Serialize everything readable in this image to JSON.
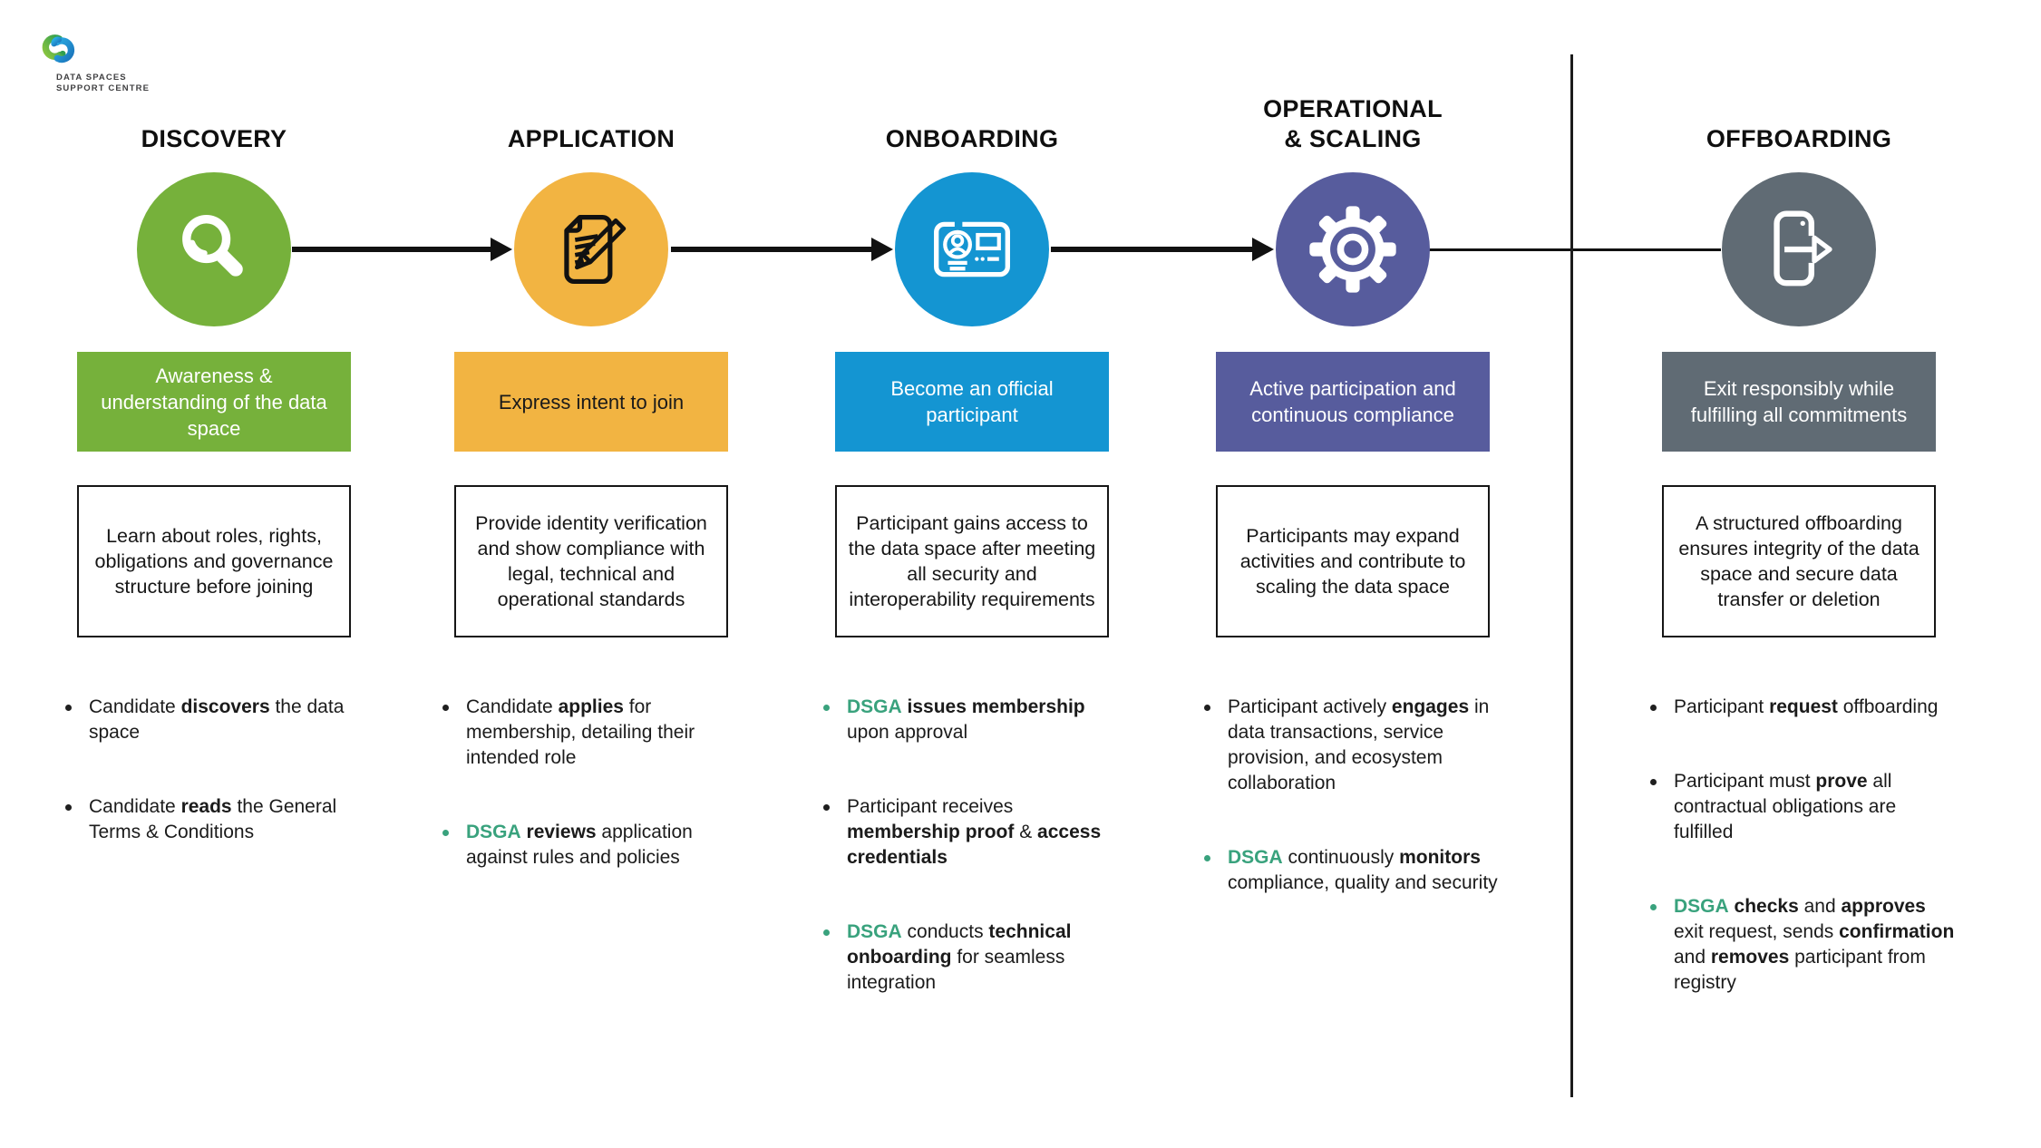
{
  "brand": {
    "name_line1": "DATA SPACES",
    "name_line2": "SUPPORT CENTRE"
  },
  "colors": {
    "green": "#76B13B",
    "amber": "#F2B442",
    "blue": "#1495D2",
    "indigo": "#575C9D",
    "slate": "#606B74",
    "dsga_green": "#39A27D",
    "line_black": "#111111",
    "logo_green_start": "#8CC63F",
    "logo_green_end": "#2F9E4F",
    "logo_blue_start": "#29ABE2",
    "logo_blue_end": "#1B75BC"
  },
  "columns": [
    {
      "id": "discovery",
      "title": "DISCOVERY",
      "icon": "magnifier-icon",
      "color": "#76B13B",
      "label_text_color": "#FFFFFF",
      "label": "Awareness & understanding of the data space",
      "description": "Learn about roles, rights, obligations and governance structure before joining",
      "bullets": [
        {
          "dsga": false,
          "segments": [
            {
              "text": "Candidate "
            },
            {
              "text": "discovers",
              "bold": true
            },
            {
              "text": " the data space"
            }
          ]
        },
        {
          "dsga": false,
          "segments": [
            {
              "text": "Candidate "
            },
            {
              "text": "reads",
              "bold": true
            },
            {
              "text": " the General Terms & Conditions"
            }
          ]
        }
      ]
    },
    {
      "id": "application",
      "title": "APPLICATION",
      "icon": "document-pencil-icon",
      "color": "#F2B442",
      "label_text_color": "#1A1A1A",
      "label": "Express intent to join",
      "description": "Provide identity verification and show compliance with legal, technical and operational standards",
      "bullets": [
        {
          "dsga": false,
          "segments": [
            {
              "text": "Candidate "
            },
            {
              "text": "applies",
              "bold": true
            },
            {
              "text": " for membership, detailing their intended role"
            }
          ]
        },
        {
          "dsga": true,
          "segments": [
            {
              "text": "DSGA",
              "bold": true,
              "green": true
            },
            {
              "text": " "
            },
            {
              "text": "reviews",
              "bold": true
            },
            {
              "text": " application against rules and policies"
            }
          ]
        }
      ]
    },
    {
      "id": "onboarding",
      "title": "ONBOARDING",
      "icon": "id-card-icon",
      "color": "#1495D2",
      "label_text_color": "#FFFFFF",
      "label": "Become an official participant",
      "description": "Participant gains access to the data space after meeting all security and interoperability requirements",
      "bullets": [
        {
          "dsga": true,
          "segments": [
            {
              "text": "DSGA",
              "bold": true,
              "green": true
            },
            {
              "text": " "
            },
            {
              "text": "issues membership",
              "bold": true
            },
            {
              "text": " upon approval"
            }
          ]
        },
        {
          "dsga": false,
          "segments": [
            {
              "text": "Participant receives "
            },
            {
              "text": "membership proof",
              "bold": true
            },
            {
              "text": " & "
            },
            {
              "text": "access credentials",
              "bold": true
            }
          ]
        },
        {
          "dsga": true,
          "segments": [
            {
              "text": "DSGA",
              "bold": true,
              "green": true
            },
            {
              "text": " conducts "
            },
            {
              "text": "technical onboarding",
              "bold": true
            },
            {
              "text": " for seamless integration"
            }
          ]
        }
      ]
    },
    {
      "id": "operational-scaling",
      "title": "OPERATIONAL\n& SCALING",
      "icon": "gear-icon",
      "color": "#575C9D",
      "label_text_color": "#FFFFFF",
      "label": "Active participation and continuous compliance",
      "description": "Participants may expand activities and contribute to scaling the data space",
      "bullets": [
        {
          "dsga": false,
          "segments": [
            {
              "text": "Participant actively "
            },
            {
              "text": "engages",
              "bold": true
            },
            {
              "text": " in data transactions, service provision, and ecosystem collaboration"
            }
          ]
        },
        {
          "dsga": true,
          "segments": [
            {
              "text": "DSGA",
              "bold": true,
              "green": true
            },
            {
              "text": " continuously "
            },
            {
              "text": "monitors",
              "bold": true
            },
            {
              "text": " compliance, quality and security"
            }
          ]
        }
      ]
    },
    {
      "id": "offboarding",
      "title": "OFFBOARDING",
      "icon": "exit-icon",
      "color": "#606B74",
      "label_text_color": "#FFFFFF",
      "label": "Exit responsibly while fulfilling all commitments",
      "description": "A structured offboarding ensures integrity of the data space and secure data transfer or deletion",
      "bullets": [
        {
          "dsga": false,
          "segments": [
            {
              "text": "Participant "
            },
            {
              "text": "request",
              "bold": true
            },
            {
              "text": " offboarding"
            }
          ]
        },
        {
          "dsga": false,
          "segments": [
            {
              "text": "Participant must "
            },
            {
              "text": "prove",
              "bold": true
            },
            {
              "text": " all contractual obligations are fulfilled"
            }
          ]
        },
        {
          "dsga": true,
          "segments": [
            {
              "text": "DSGA",
              "bold": true,
              "green": true
            },
            {
              "text": " "
            },
            {
              "text": "checks",
              "bold": true
            },
            {
              "text": " and "
            },
            {
              "text": "approves",
              "bold": true
            },
            {
              "text": " exit request, sends "
            },
            {
              "text": "confirmation",
              "bold": true
            },
            {
              "text": " and "
            },
            {
              "text": "removes",
              "bold": true
            },
            {
              "text": " participant from registry"
            }
          ]
        }
      ]
    }
  ]
}
